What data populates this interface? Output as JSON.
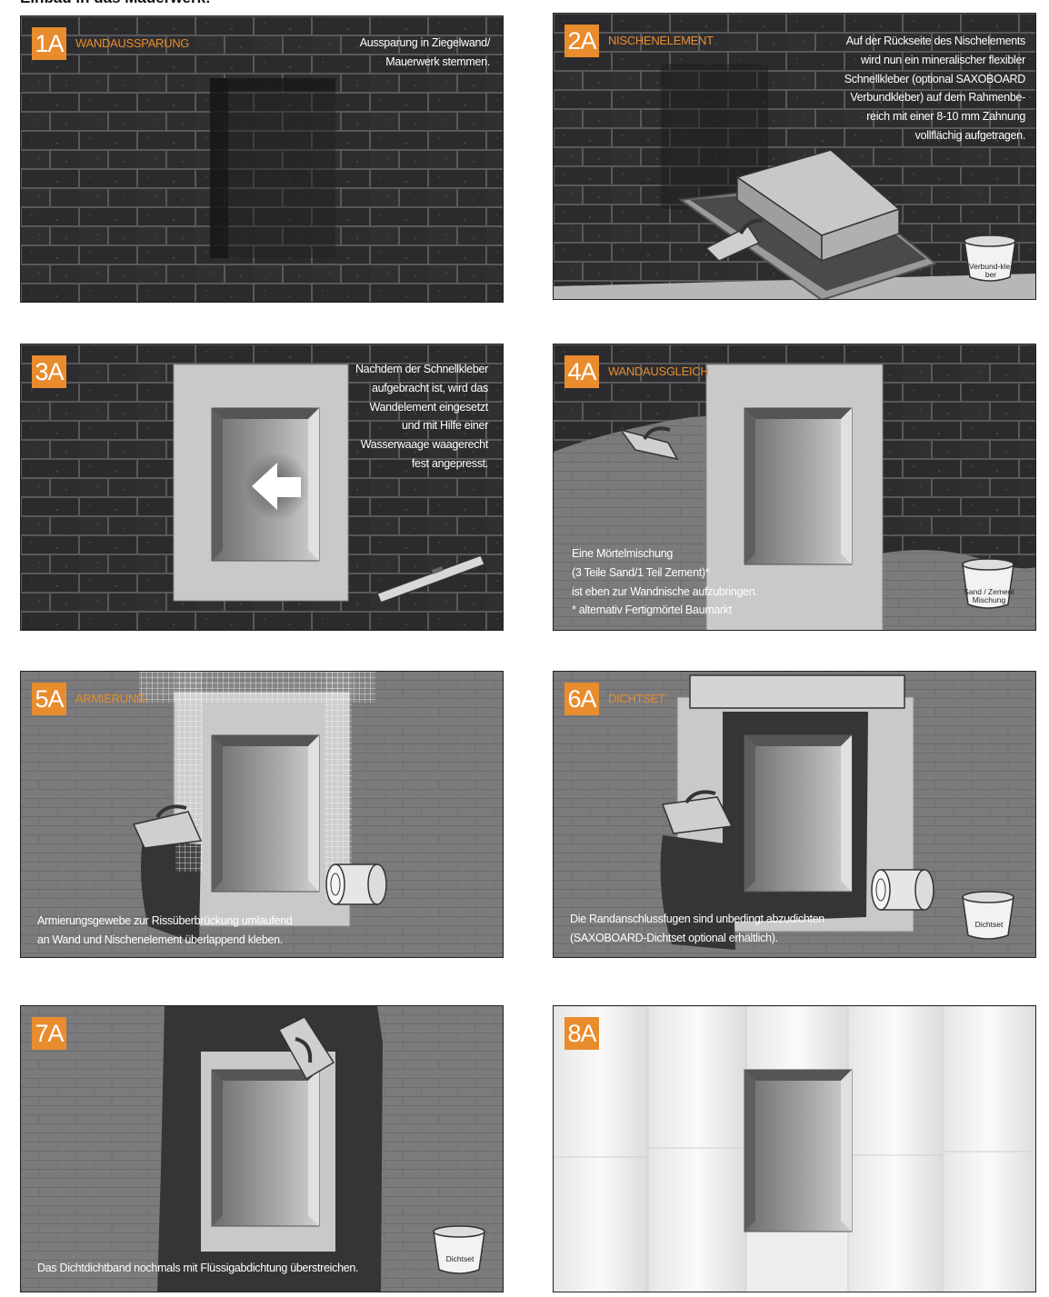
{
  "page": {
    "heading": "Einbau in das Mauerwerk:"
  },
  "colors": {
    "accent": "#e88c2e",
    "brick_dark": "#2b2b2d",
    "mortar": "#5a5a5c",
    "element_grey": "#c9c9c9",
    "sealant": "#3a3a3a"
  },
  "steps": [
    {
      "badge": "1A",
      "title": "WANDAUSSPARUNG",
      "caption": [
        "Aussparung in Ziegelwand/",
        "Mauerwerk stemmen."
      ]
    },
    {
      "badge": "2A",
      "title": "NISCHENELEMENT",
      "caption": [
        "Auf der Rückseite des Nischelements",
        "wird nun ein mineralischer flexibler",
        "Schnellkleber (optional SAXOBOARD",
        "Verbundkleber) auf dem Rahmenbe-",
        "reich mit einer 8-10 mm Zahnung",
        "vollflächig aufgetragen."
      ],
      "bucket": [
        "Verbund-kle-",
        "ber"
      ]
    },
    {
      "badge": "3A",
      "title": "",
      "caption": [
        "Nachdem der Schnellkleber",
        "aufgebracht ist, wird das",
        "Wandelement eingesetzt",
        "und mit Hilfe einer",
        "Wasserwaage waagerecht",
        "fest angepresst."
      ]
    },
    {
      "badge": "4A",
      "title": "WANDAUSGLEICH",
      "caption": [
        "Eine Mörtelmischung",
        "(3 Teile Sand/1 Teil Zement)*",
        "ist eben zur Wandnische aufzubringen.",
        "* alternativ Fertigmörtel Baumarkt"
      ],
      "bucket": [
        "Sand / Zement",
        "Mischung"
      ]
    },
    {
      "badge": "5A",
      "title": "ARMIERUNG",
      "caption": [
        "Armierungsgewebe zur Rissüberbrückung umlaufend",
        "an Wand und Nischenelement überlappend kleben."
      ]
    },
    {
      "badge": "6A",
      "title": "DICHTSET",
      "caption": [
        "Die Randanschlussfugen sind unbedingt abzudichten",
        "(SAXOBOARD-Dichtset optional erhältlich)."
      ],
      "bucket": [
        "Dichtset"
      ]
    },
    {
      "badge": "7A",
      "title": "",
      "caption": [
        "Das Dichtdichtband nochmals mit Flüssigabdichtung überstreichen."
      ],
      "bucket": [
        "Dichtset"
      ]
    },
    {
      "badge": "8A",
      "title": "",
      "caption": []
    }
  ]
}
